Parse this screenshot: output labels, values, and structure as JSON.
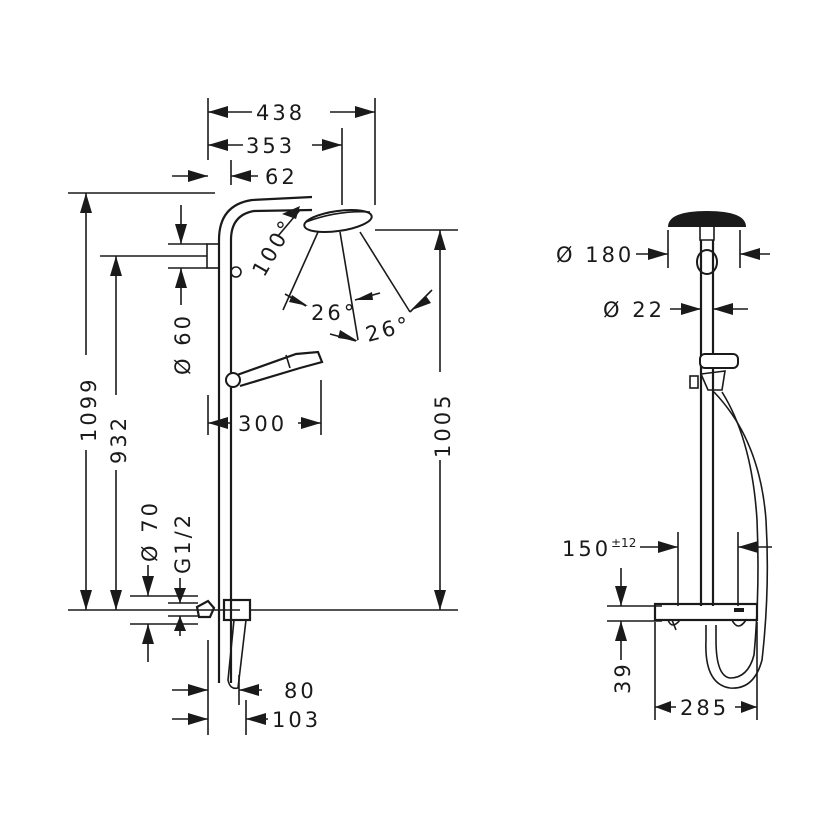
{
  "side_view": {
    "width_total": "438",
    "width_arm": "353",
    "arm_offset": "62",
    "angle_head": "100°",
    "angle_left": "26°",
    "angle_right": "26°",
    "height_total": "1099",
    "height_bracket": "932",
    "height_head": "1005",
    "bracket_diameter": "Ø 60",
    "hand_shower_reach": "300",
    "thermostat_diameter": "Ø 70",
    "connection_thread": "G1/2",
    "depth_80": "80",
    "depth_103": "103"
  },
  "front_view": {
    "head_diameter": "Ø 180",
    "pipe_diameter": "Ø 22",
    "inlet_spacing": "150",
    "inlet_tolerance": "±12",
    "inlet_height": "39",
    "mixer_width": "285"
  }
}
